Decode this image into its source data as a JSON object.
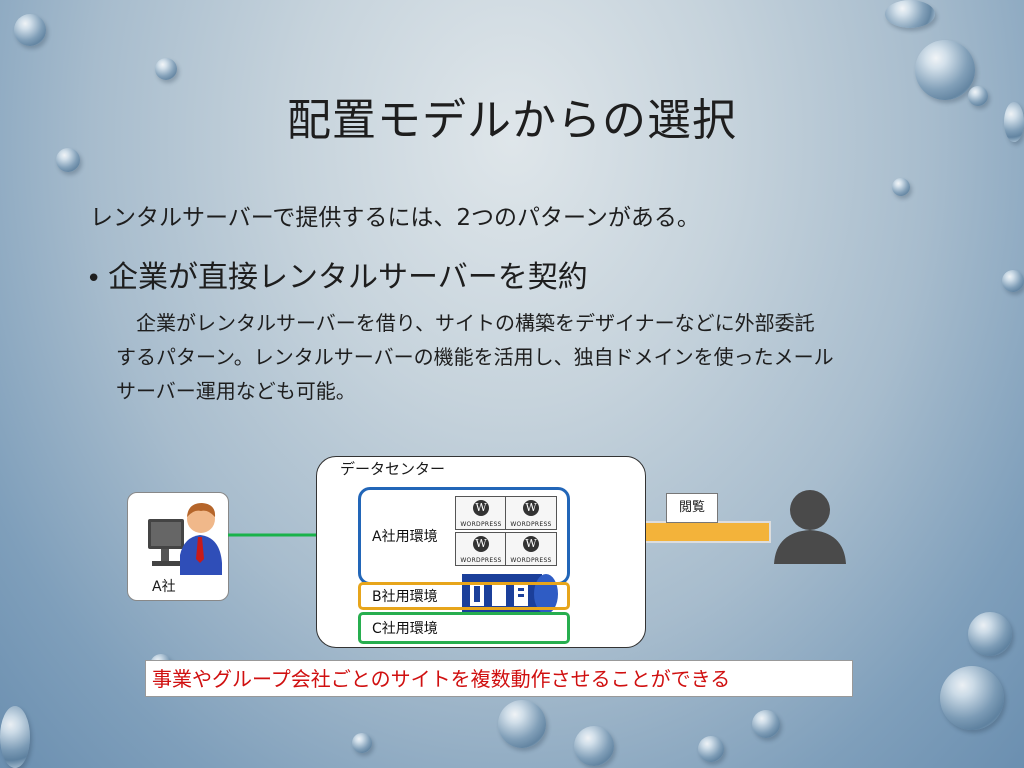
{
  "slide": {
    "title": "配置モデルからの選択",
    "lead": "レンタルサーバーで提供するには、2つのパターンがある。",
    "bullet": "企業が直接レンタルサーバーを契約",
    "body_lines": [
      "　企業がレンタルサーバーを借り、サイトの構築をデザイナーなどに外部委託",
      "するパターン。レンタルサーバーの機能を活用し、独自ドメインを使ったメール",
      "サーバー運用なども可能。"
    ]
  },
  "diagram": {
    "company_label": "A社",
    "datacenter_label": "データセンター",
    "env_a_label": "A社用環境",
    "env_b_label": "B社用環境",
    "env_c_label": "C社用環境",
    "wordpress_label": "WORDPRESS",
    "view_label": "閲覧",
    "note": "事業やグループ会社ごとのサイトを複数動作させることができる",
    "colors": {
      "env_a": "#2266b8",
      "env_b": "#e7a51b",
      "env_c": "#27ae4f",
      "arrow_green": "#19b24a",
      "arrow_orange": "#f3b33a",
      "note_text": "#d01010"
    }
  }
}
